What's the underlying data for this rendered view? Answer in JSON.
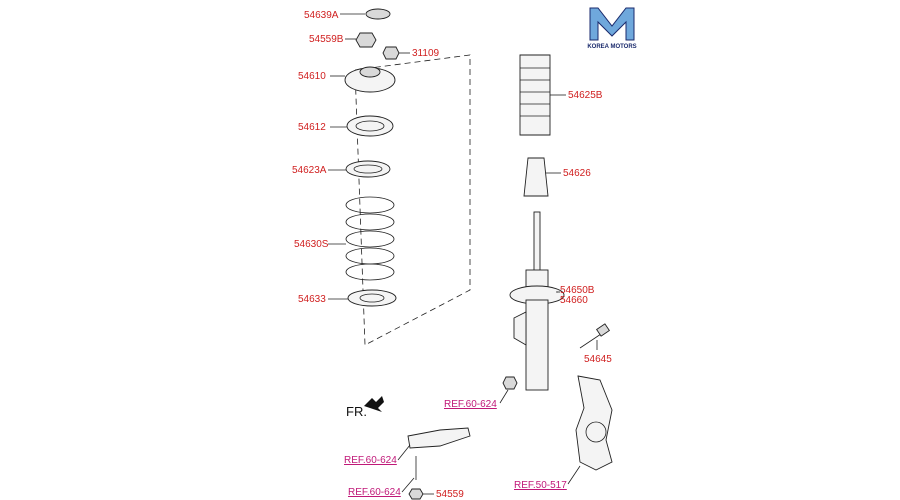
{
  "brand": {
    "logo_text": "KOREA MOTORS",
    "logo_color": "#1a2a6c"
  },
  "orientation_label": "FR.",
  "colors": {
    "part_number": "#d02020",
    "reference": "#c01878"
  },
  "part_numbers": {
    "p54639A": "54639A",
    "p54559B": "54559B",
    "p31109": "31109",
    "p54610": "54610",
    "p54612": "54612",
    "p54623A": "54623A",
    "p54630S": "54630S",
    "p54633": "54633",
    "p54625B": "54625B",
    "p54626": "54626",
    "p54650B": "54650B",
    "p54660": "54660",
    "p54645": "54645",
    "p54559": "54559"
  },
  "references": {
    "ref1": "REF.60-624",
    "ref2": "REF.60-624",
    "ref3": "REF.60-624",
    "ref4": "REF.50-517"
  }
}
